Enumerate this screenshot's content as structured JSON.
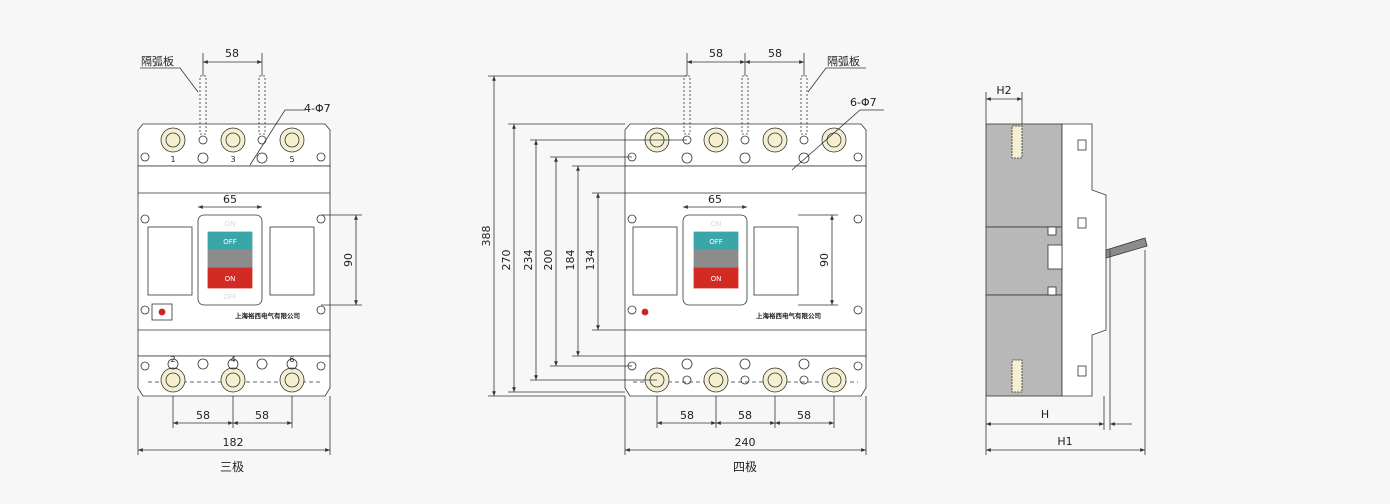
{
  "colors": {
    "background": "#f7f7f7",
    "body_fill": "#ffffff",
    "line": "#333333",
    "off_button": "#3aa6a8",
    "on_button": "#d32a24",
    "mid_band": "#8c8c8c",
    "terminal": "#f3efd0",
    "side_gray": "#b8b8b8",
    "indicator": "#cc2222"
  },
  "three_pole": {
    "caption": "三极",
    "arc_barrier_label": "隔弧板",
    "hole_label": "4-Φ7",
    "top_spacing": "58",
    "handle_width": "65",
    "mount_height": "90",
    "bottom_spacing_1": "58",
    "bottom_spacing_2": "58",
    "total_width": "182",
    "top_numbers": [
      "1",
      "3",
      "5"
    ],
    "bottom_numbers": [
      "2",
      "4",
      "6"
    ],
    "off_label": "OFF",
    "on_label": "ON",
    "faint_top": "ON",
    "faint_bottom": "OFF",
    "brand": "上海裕西电气有限公司"
  },
  "four_pole": {
    "caption": "四极",
    "arc_barrier_label": "隔弧板",
    "hole_label": "6-Φ7",
    "top_spacing_1": "58",
    "top_spacing_2": "58",
    "handle_width": "65",
    "mount_height": "90",
    "heights": [
      "388",
      "270",
      "234",
      "200",
      "184",
      "134"
    ],
    "bottom_spacing_1": "58",
    "bottom_spacing_2": "58",
    "bottom_spacing_3": "58",
    "total_width": "240",
    "off_label": "OFF",
    "on_label": "ON",
    "faint_top": "ON",
    "brand": "上海裕西电气有限公司"
  },
  "side_view": {
    "h2_label": "H2",
    "h_label": "H",
    "h1_label": "H1"
  }
}
